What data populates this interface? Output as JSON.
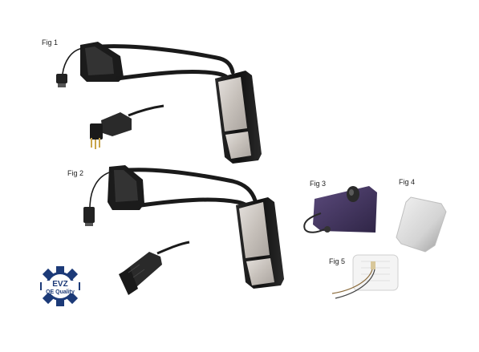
{
  "figures": {
    "fig1": "Fig 1",
    "fig2": "Fig 2",
    "fig3": "Fig 3",
    "fig4": "Fig 4",
    "fig5": "Fig 5"
  },
  "logo": {
    "brand": "EVZ",
    "tagline": "OE Quality"
  },
  "colors": {
    "arm": "#1a1a1a",
    "mirror_glass": "#c9c4bf",
    "heater_pad": "#4a3a66",
    "logo_blue": "#1c3a78"
  }
}
